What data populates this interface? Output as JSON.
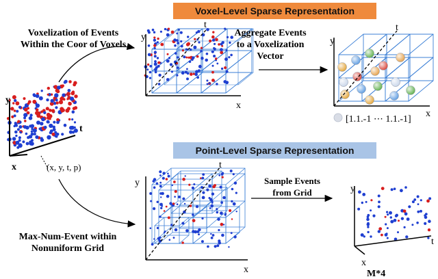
{
  "banners": {
    "voxel": "Voxel-Level Sparse Representation",
    "point": "Point-Level Sparse Representation"
  },
  "labels": {
    "voxelization_line1": "Voxelization of Events",
    "voxelization_line2": "Within the Coor of Voxels",
    "aggregate_line1": "Aggregate Events",
    "aggregate_line2": "to a Voxelization",
    "aggregate_line3": "Vector",
    "vector_formula": "[1.1.-1 ⋯ 1.1.-1]",
    "event_tuple": "(x, y, t, p)",
    "max_num_line1": "Max-Num-Event within",
    "max_num_line2": "Nonuniform Grid",
    "sample_line1": "Sample Events",
    "sample_line2": "from Grid",
    "m4": "M*4"
  },
  "axes": {
    "x": "x",
    "y": "y",
    "t": "t"
  },
  "colors": {
    "positive_event": "#1f3fd1",
    "negative_event": "#d81e1e",
    "grid_blue": "#3b7fd6",
    "voxel_banner": "#ef8a3c",
    "point_banner": "#a9c4e6",
    "sphere_colors": [
      "#e4a63a",
      "#5f9de2",
      "#5fb04c",
      "#c9d6ea",
      "#d8453a",
      "#e6a14a"
    ]
  }
}
